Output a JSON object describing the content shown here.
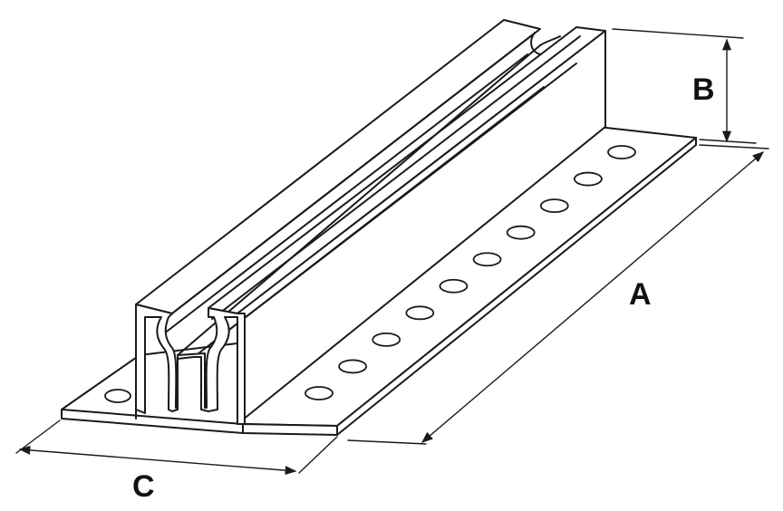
{
  "labels": {
    "length": "A",
    "height": "B",
    "width": "C"
  },
  "colors": {
    "line": "#1a1a1a",
    "fill": "#ffffff"
  },
  "hole_count": 10
}
